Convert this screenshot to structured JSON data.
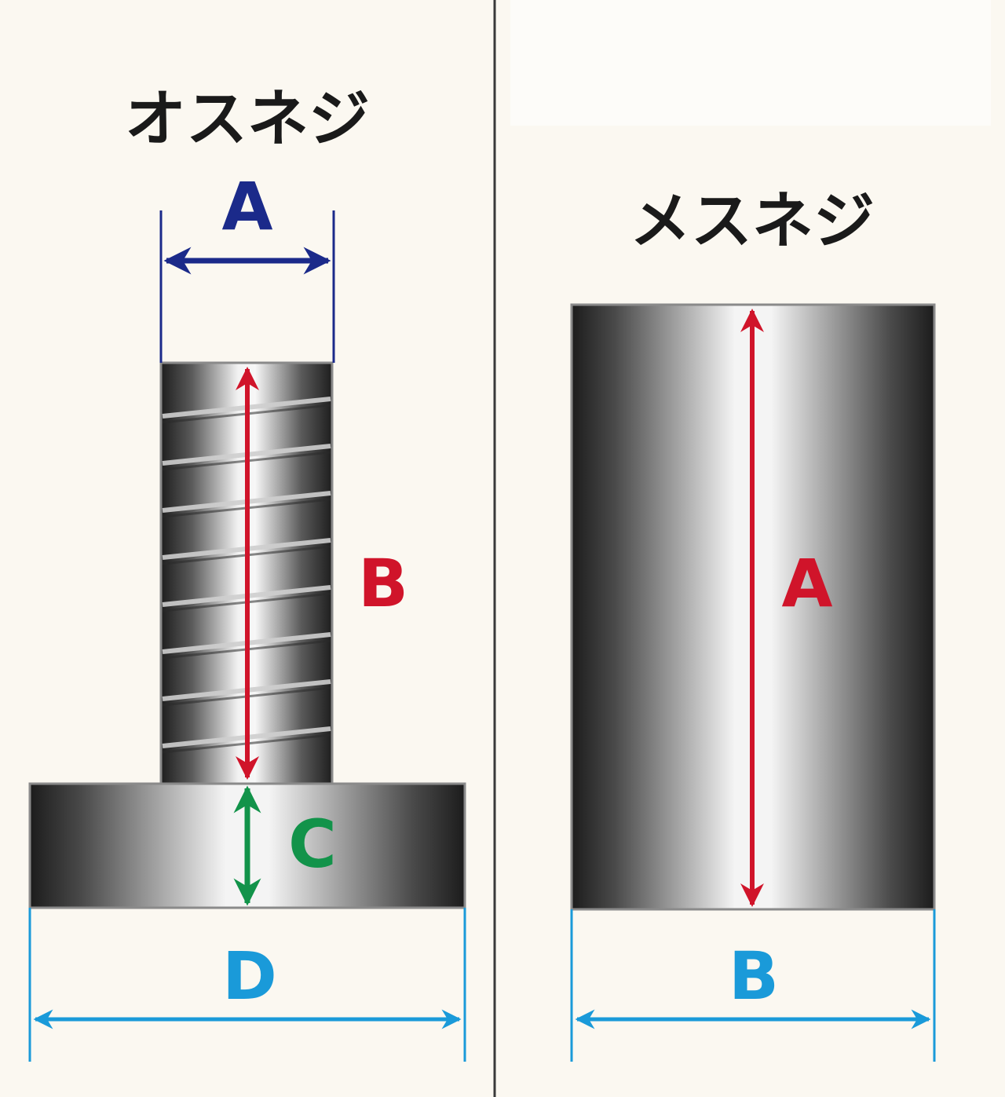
{
  "male_screw": {
    "title": "オスネジ",
    "dims": {
      "a": "A",
      "b": "B",
      "c": "C",
      "d": "D"
    }
  },
  "female_screw": {
    "title": "メスネジ",
    "dims": {
      "a": "A",
      "b": "B"
    }
  },
  "colors": {
    "background": "#fbf8f1",
    "divider": "#3a3a3a",
    "navy": "#1b2a8a",
    "red": "#d0142a",
    "green": "#12934a",
    "cyan": "#1a9ad9",
    "metal_dark": "#1e1e1e",
    "metal_light": "#f5f5f5"
  }
}
